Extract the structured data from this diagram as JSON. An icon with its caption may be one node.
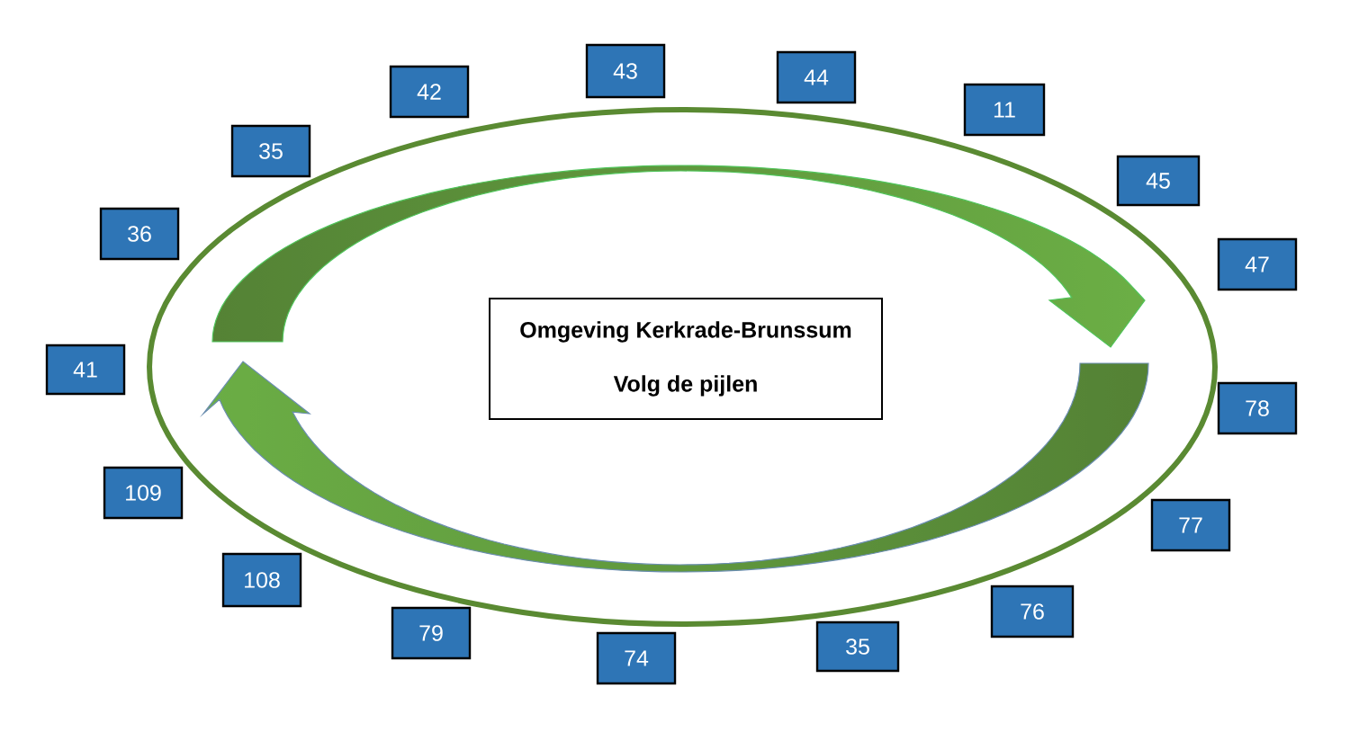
{
  "diagram": {
    "nodes": [
      {
        "text": [
          "Omgeving Kerkrade-Brunssum",
          "Volg de pijlen"
        ]
      },
      {
        "text": [
          "41"
        ]
      },
      {
        "text": [
          "36"
        ]
      },
      {
        "text": [
          "35"
        ]
      },
      {
        "text": [
          "42"
        ]
      },
      {
        "text": [
          "43"
        ]
      },
      {
        "text": [
          "44"
        ]
      },
      {
        "text": [
          "11"
        ]
      },
      {
        "text": [
          "45"
        ]
      },
      {
        "text": [
          "47"
        ]
      },
      {
        "text": [
          "78"
        ]
      },
      {
        "text": [
          "77"
        ]
      },
      {
        "text": [
          "76"
        ]
      },
      {
        "text": [
          "35"
        ]
      },
      {
        "text": [
          "74"
        ]
      },
      {
        "text": [
          "79"
        ]
      },
      {
        "text": [
          "108"
        ]
      },
      {
        "text": [
          "109"
        ]
      }
    ]
  }
}
